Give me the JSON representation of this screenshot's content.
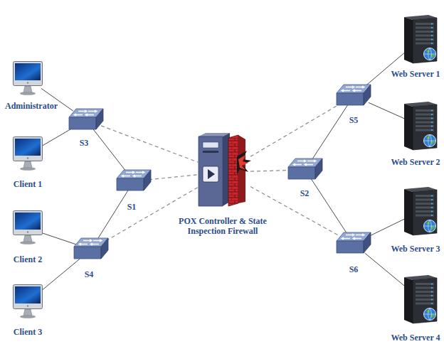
{
  "diagram": {
    "nodes": [
      {
        "text": [
          "Administrator"
        ]
      },
      {
        "text": [
          "Client 1"
        ]
      },
      {
        "text": [
          "Client 2"
        ]
      },
      {
        "text": [
          "Client 3"
        ]
      },
      {
        "text": [
          "S3"
        ]
      },
      {
        "text": [
          "S1"
        ]
      },
      {
        "text": [
          "S4"
        ]
      },
      {
        "text": [
          "POX Controller & State Inspection Firewall"
        ]
      },
      {
        "text": [
          "S2"
        ]
      },
      {
        "text": [
          "S5"
        ]
      },
      {
        "text": [
          "S6"
        ]
      },
      {
        "text": [
          "Web Server 1"
        ]
      },
      {
        "text": [
          "Web Server 2"
        ]
      },
      {
        "text": [
          "Web Server 3"
        ]
      },
      {
        "text": [
          "Web Server 4"
        ]
      }
    ],
    "edges": [
      {
        "from": 0,
        "to": 4,
        "arrow": "none"
      },
      {
        "from": 1,
        "to": 4,
        "arrow": "none"
      },
      {
        "from": 2,
        "to": 6,
        "arrow": "none"
      },
      {
        "from": 3,
        "to": 6,
        "arrow": "none"
      },
      {
        "from": 4,
        "to": 5,
        "arrow": "none"
      },
      {
        "from": 6,
        "to": 5,
        "arrow": "none"
      },
      {
        "from": 4,
        "to": 7,
        "arrow": "none"
      },
      {
        "from": 5,
        "to": 7,
        "arrow": "none"
      },
      {
        "from": 6,
        "to": 7,
        "arrow": "none"
      },
      {
        "from": 7,
        "to": 9,
        "arrow": "none"
      },
      {
        "from": 7,
        "to": 8,
        "arrow": "none"
      },
      {
        "from": 7,
        "to": 10,
        "arrow": "none"
      },
      {
        "from": 8,
        "to": 9,
        "arrow": "none"
      },
      {
        "from": 8,
        "to": 10,
        "arrow": "none"
      },
      {
        "from": 9,
        "to": 11,
        "arrow": "none"
      },
      {
        "from": 9,
        "to": 12,
        "arrow": "none"
      },
      {
        "from": 10,
        "to": 13,
        "arrow": "none"
      },
      {
        "from": 10,
        "to": 14,
        "arrow": "none"
      }
    ]
  }
}
